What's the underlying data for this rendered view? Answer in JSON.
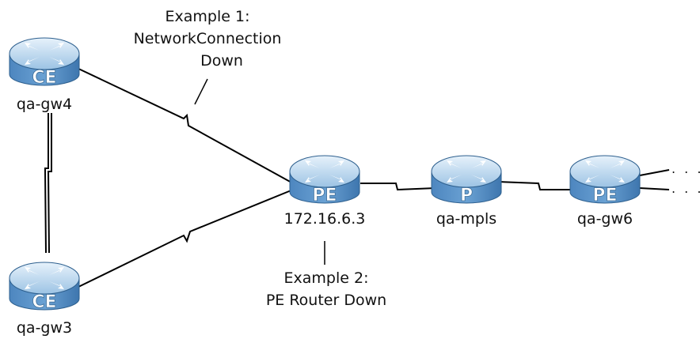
{
  "routers": [
    {
      "id": "qa-gw4",
      "type_label": "CE",
      "name": "qa-gw4"
    },
    {
      "id": "qa-gw3",
      "type_label": "CE",
      "name": "qa-gw3"
    },
    {
      "id": "pe-center",
      "type_label": "PE",
      "name": "172.16.6.3"
    },
    {
      "id": "qa-mpls",
      "type_label": "P",
      "name": "qa-mpls"
    },
    {
      "id": "qa-gw6",
      "type_label": "PE",
      "name": "qa-gw6"
    }
  ],
  "annotations": {
    "example1": {
      "line1": "Example 1:",
      "line2": "NetworkConnection",
      "line3": "Down"
    },
    "example2": {
      "line1": "Example 2:",
      "line2": "PE Router Down"
    }
  },
  "continuation": {
    "top": ". . .",
    "bottom": ". . ."
  }
}
